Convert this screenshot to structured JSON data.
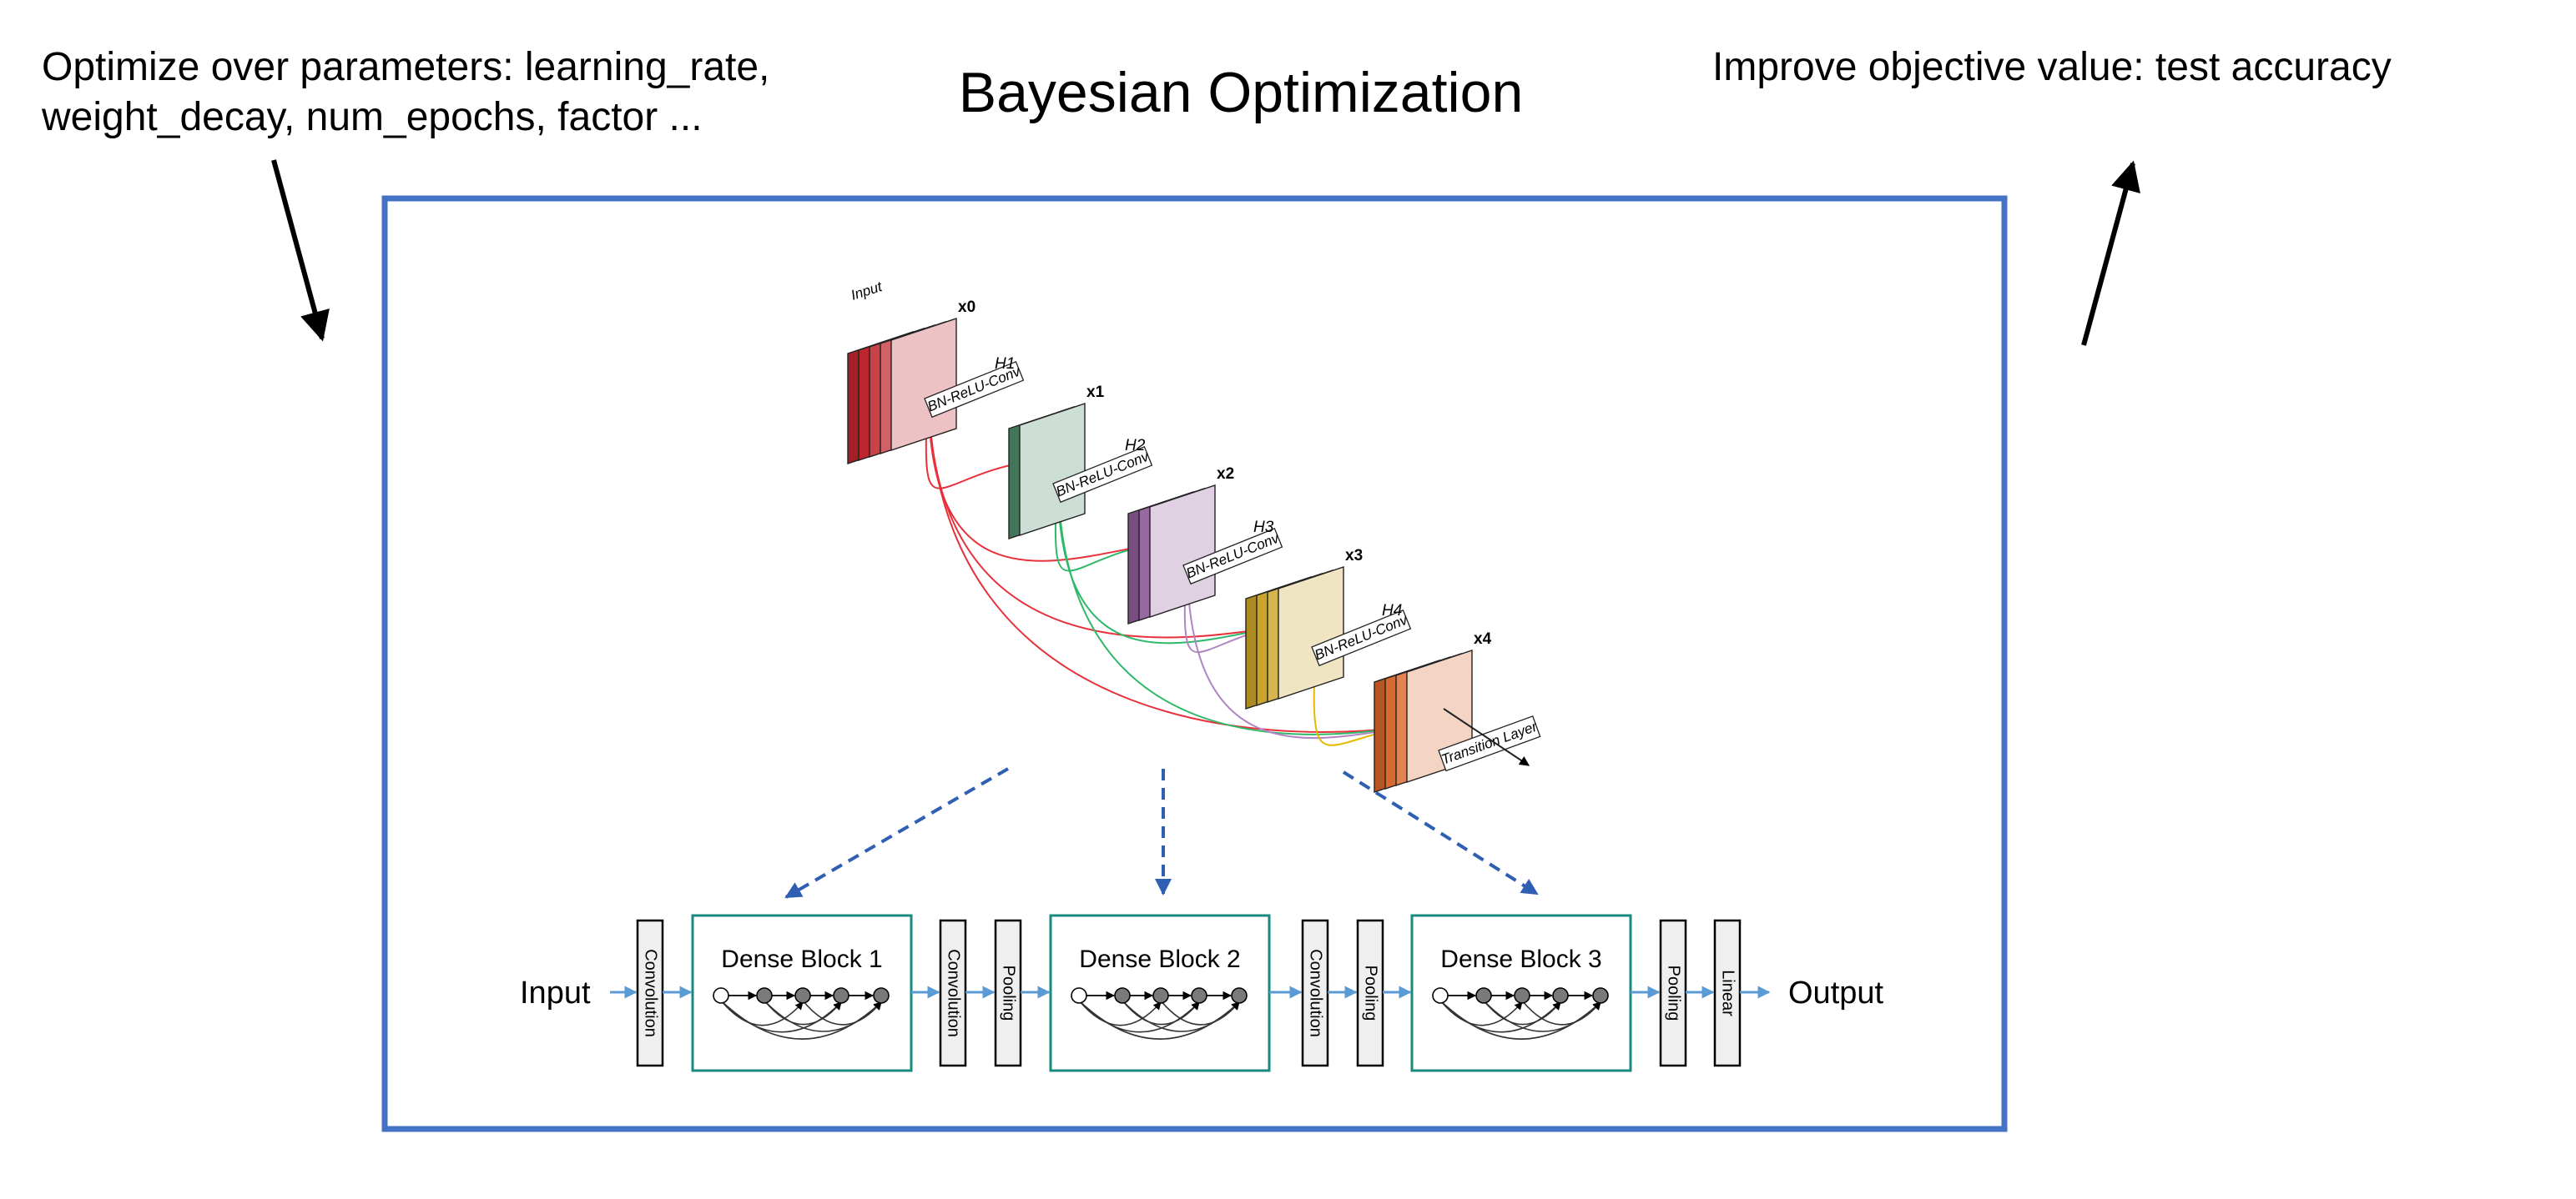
{
  "title": "Bayesian Optimization",
  "left_note": {
    "line1": "Optimize over parameters: learning_rate,",
    "line2": "weight_decay, num_epochs, factor ..."
  },
  "right_note": "Improve objective value: test accuracy",
  "dense_block_detail": {
    "input_label": "Input",
    "layers": [
      {
        "h": "",
        "x": "x0",
        "color": "#c0262d"
      },
      {
        "h": "H1",
        "x": "x1",
        "color": "#4e8a6a"
      },
      {
        "h": "H2",
        "x": "x2",
        "color": "#8e5a98"
      },
      {
        "h": "H3",
        "x": "x3",
        "color": "#c9a227"
      },
      {
        "h": "H4",
        "x": "x4",
        "color": "#d8642a"
      }
    ],
    "bn_label": "BN-ReLU-Conv",
    "transition_label": "Transition Layer"
  },
  "pipeline": {
    "input": "Input",
    "output": "Output",
    "stages": [
      {
        "kind": "thin",
        "label": "Convolution"
      },
      {
        "kind": "block",
        "label": "Dense Block 1"
      },
      {
        "kind": "thin",
        "label": "Convolution"
      },
      {
        "kind": "thin",
        "label": "Pooling"
      },
      {
        "kind": "block",
        "label": "Dense Block 2"
      },
      {
        "kind": "thin",
        "label": "Convolution"
      },
      {
        "kind": "thin",
        "label": "Pooling"
      },
      {
        "kind": "block",
        "label": "Dense Block 3"
      },
      {
        "kind": "thin",
        "label": "Pooling"
      },
      {
        "kind": "thin",
        "label": "Linear"
      }
    ]
  },
  "colors": {
    "frame": "#4472c4",
    "flow_arrow": "#5b9bd5",
    "block_border": "#1a8a80",
    "dashed_arrow": "#2f5fb3",
    "thin_box_fill": "#efefef"
  }
}
